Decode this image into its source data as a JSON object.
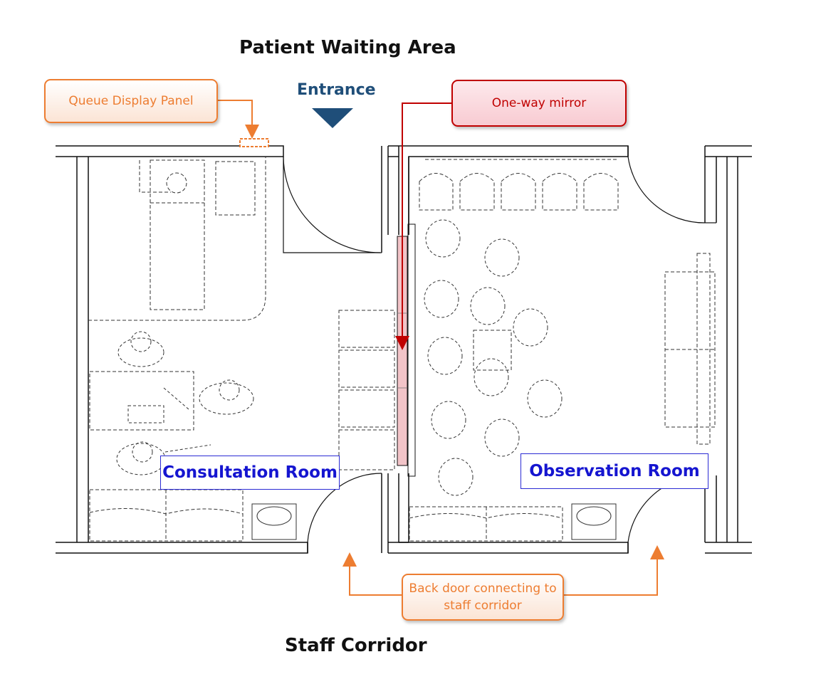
{
  "labels": {
    "top_area": "Patient Waiting Area",
    "bottom_area": "Staff Corridor",
    "entrance": "Entrance"
  },
  "rooms": {
    "consultation": "Consultation Room",
    "observation": "Observation Room"
  },
  "callouts": {
    "queue_display": "Queue Display Panel",
    "one_way_mirror": "One-way mirror",
    "back_door_line1": "Back door connecting to",
    "back_door_line2": "staff corridor"
  },
  "colors": {
    "callout_orange": "#ed7d31",
    "callout_red": "#c00000",
    "mirror_fill": "#f2c4c8",
    "room_label": "#1515d0",
    "entrance": "#1f4e79"
  }
}
